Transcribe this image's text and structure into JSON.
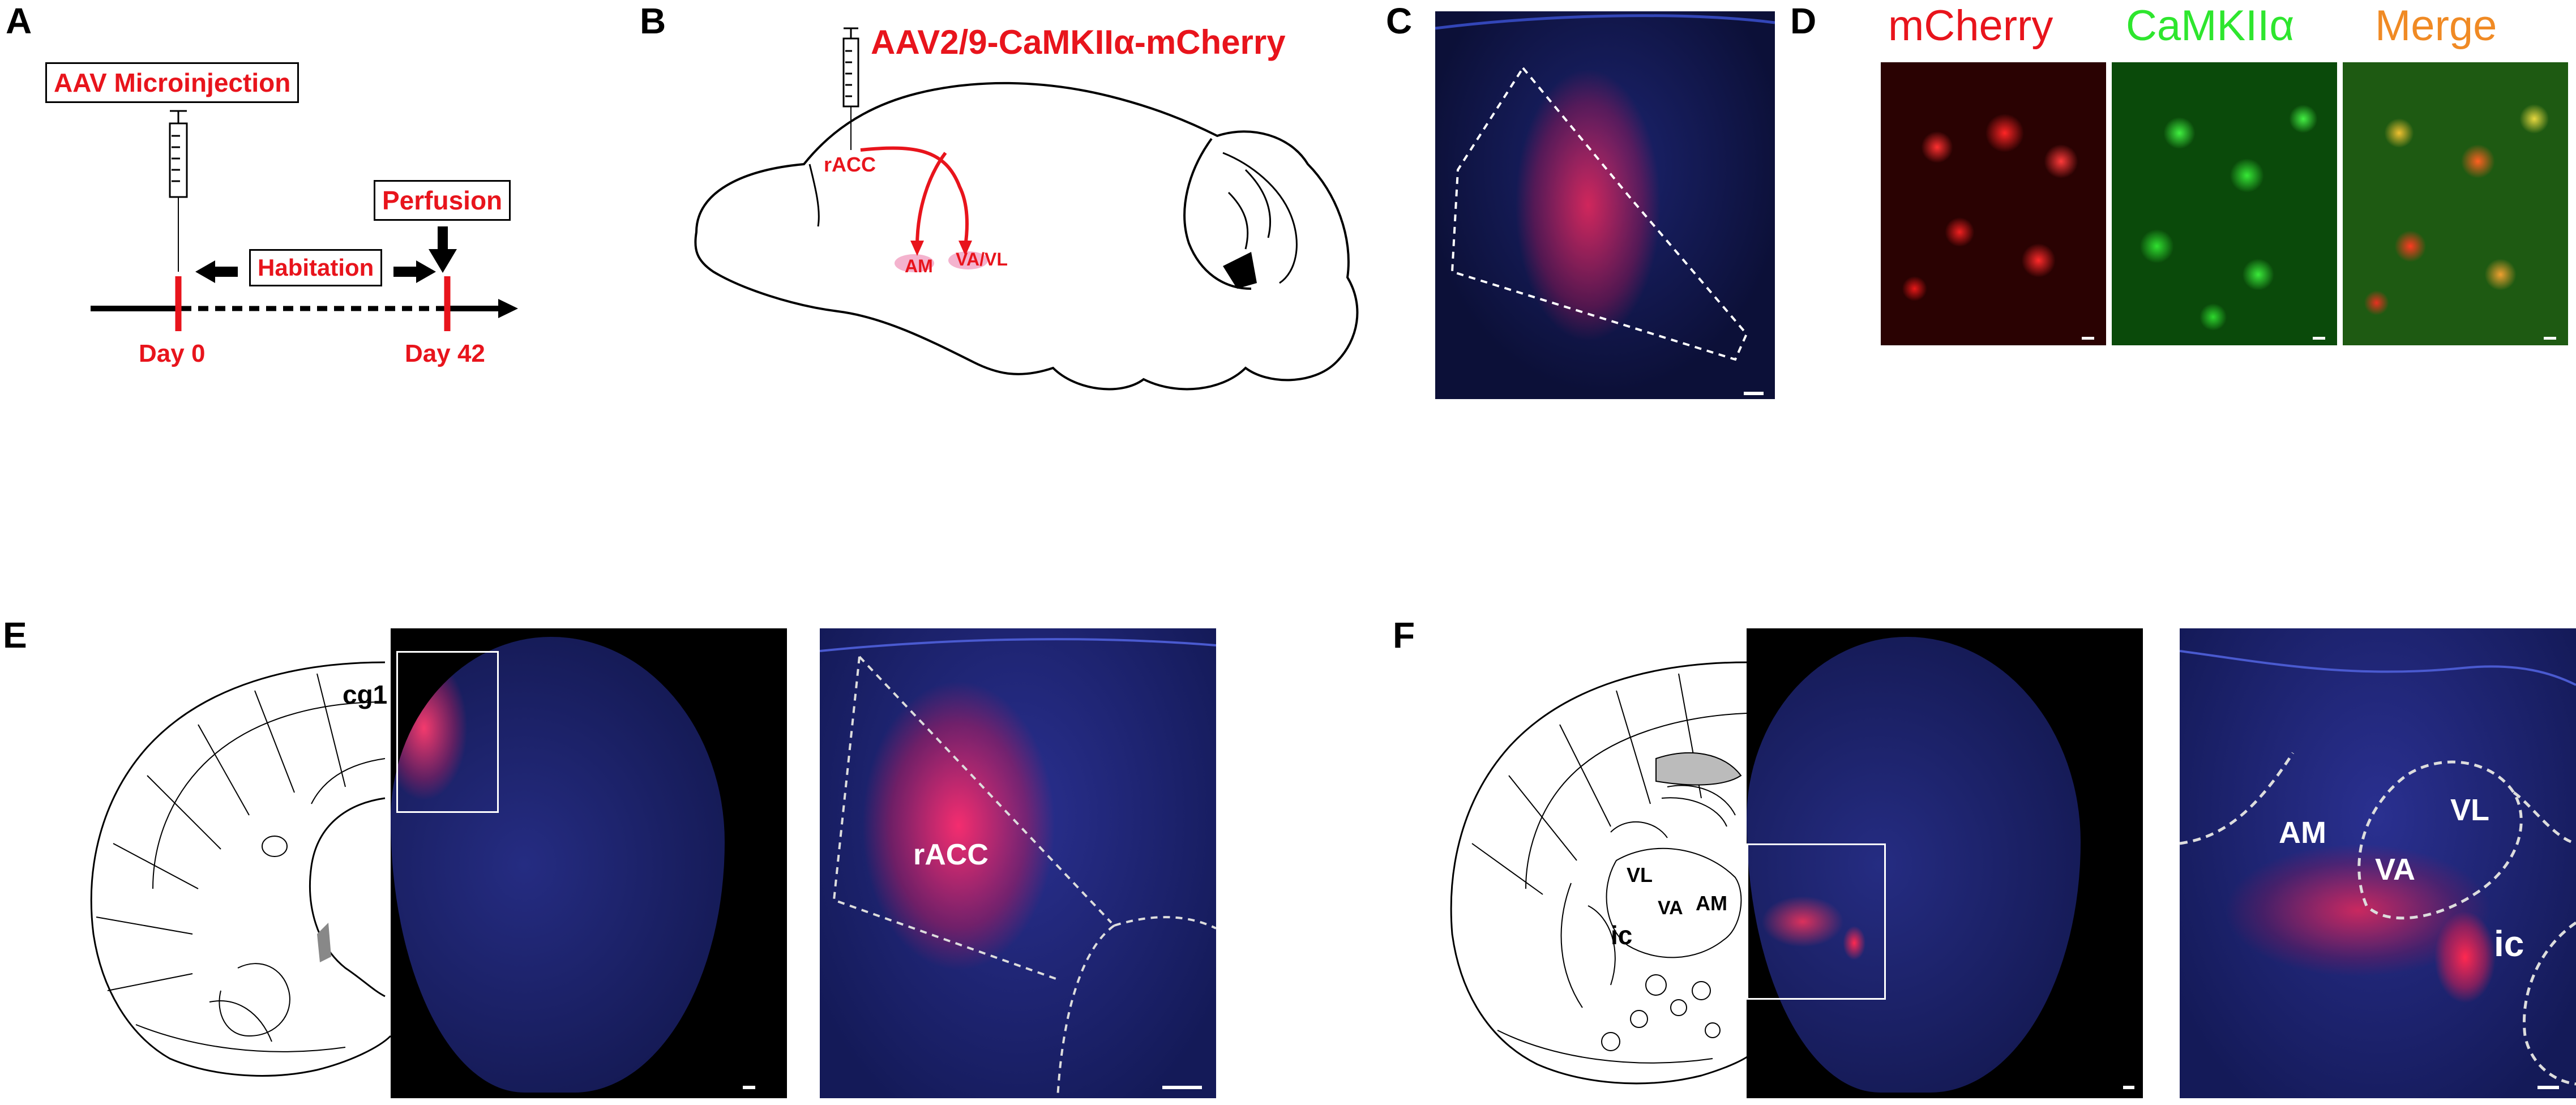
{
  "panels": {
    "a": {
      "letter": "A",
      "microinjection": "AAV Microinjection",
      "habitation": "Habitation",
      "perfusion": "Perfusion",
      "day0": "Day 0",
      "day42": "Day 42"
    },
    "b": {
      "letter": "B",
      "title": "AAV2/9-CaMKIIα-mCherry",
      "racc": "rACC",
      "am": "AM",
      "vavl": "VA/VL"
    },
    "c": {
      "letter": "C"
    },
    "d": {
      "letter": "D",
      "mcherry": "mCherry",
      "camk": "CaMKIIα",
      "merge": "Merge"
    },
    "e": {
      "letter": "E",
      "cg1": "cg1",
      "racc": "rACC"
    },
    "f": {
      "letter": "F",
      "vl": "VL",
      "va": "VA",
      "am": "AM",
      "ic": "ic"
    }
  },
  "colors": {
    "red": "#e8141c",
    "green": "#2ee62e",
    "orange": "#f08a24",
    "tissue_blue": "#1a1f6e"
  }
}
